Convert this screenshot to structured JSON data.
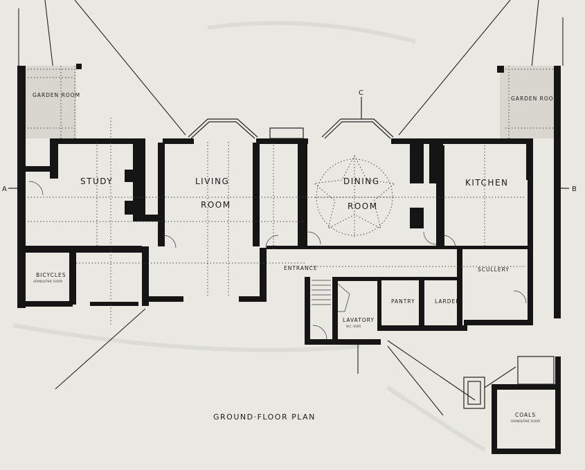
{
  "title": "GROUND·FLOOR PLAN",
  "section_markers": {
    "left": "A",
    "right": "B",
    "top": "C"
  },
  "rooms": {
    "garden_room_left": "GARDEN ROOM",
    "garden_room_right": "GARDEN ROOM",
    "study": "STUDY",
    "living_room_1": "LIVING",
    "living_room_2": "ROOM",
    "dining_room_1": "DINING",
    "dining_room_2": "ROOM",
    "kitchen": "KITCHEN",
    "bicycles": "BICYCLES",
    "entrance": "ENTRANCE",
    "pantry": "PANTRY",
    "larder": "LARDER",
    "scullery": "SCULLERY",
    "lavatory": "LAVATORY",
    "coals": "COALS"
  },
  "notes": {
    "bicycles_floor": "GRANOLITHIC FLOOR",
    "coals_floor": "GRANOLITHIC FLOOR",
    "lav_note": "W.C. OVER"
  }
}
